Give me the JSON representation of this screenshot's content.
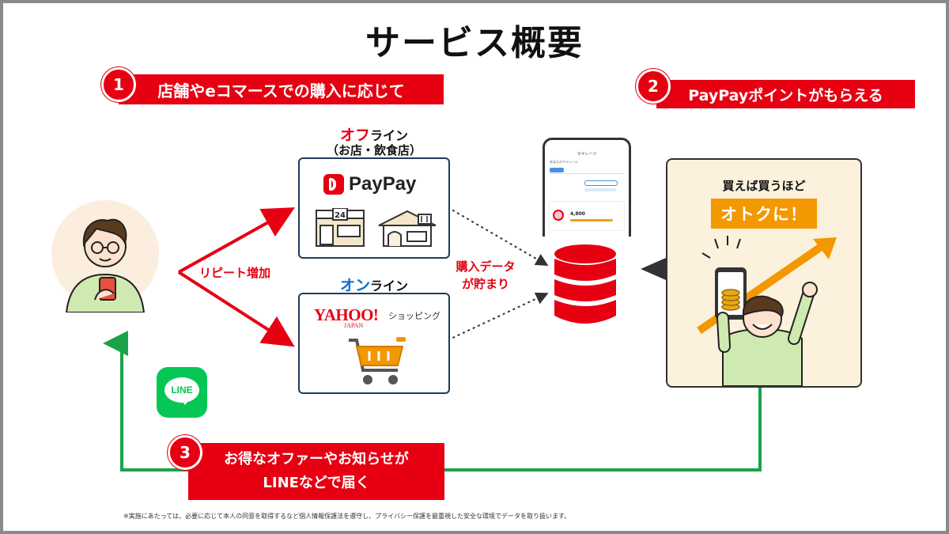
{
  "title": "サービス概要",
  "steps": {
    "s1": {
      "num": "1",
      "label": "店舗やeコマースでの購入に応じて"
    },
    "s2": {
      "num": "2",
      "label": "PayPayポイントがもらえる"
    },
    "s3": {
      "num": "3",
      "label_line1": "お得なオファーやお知らせが",
      "label_line2": "LINEなどで届く"
    }
  },
  "offline": {
    "title_accent": "オフ",
    "title_rest": "ライン",
    "subtitle": "（お店・飲食店）",
    "brand": "PayPay",
    "store_number": "24"
  },
  "online": {
    "title_accent": "オン",
    "title_rest": "ライン",
    "brand_main": "YAHOO!",
    "brand_sub": "JAPAN",
    "brand_service": "ショッピング"
  },
  "repeat_label": "リピート増加",
  "data_label_line1": "購入データ",
  "data_label_line2": "が貯まり",
  "phone": {
    "header": "マイレージ",
    "subheader": "あなたのマイレージ",
    "value": "4,800"
  },
  "benefit": {
    "line1": "買えば買うほど",
    "line2": "オトクに！"
  },
  "line_logo": "LINE",
  "footnote": "※実施にあたっては、必要に応じて本人の同意を取得するなど個人情報保護法を遵守し、プライバシー保護を最重視した安全な環境でデータを取り扱います。",
  "colors": {
    "brand_red": "#e60012",
    "line_green": "#06c755",
    "flow_green": "#1aa34a",
    "navy": "#1f3b5a",
    "orange": "#f39800"
  }
}
